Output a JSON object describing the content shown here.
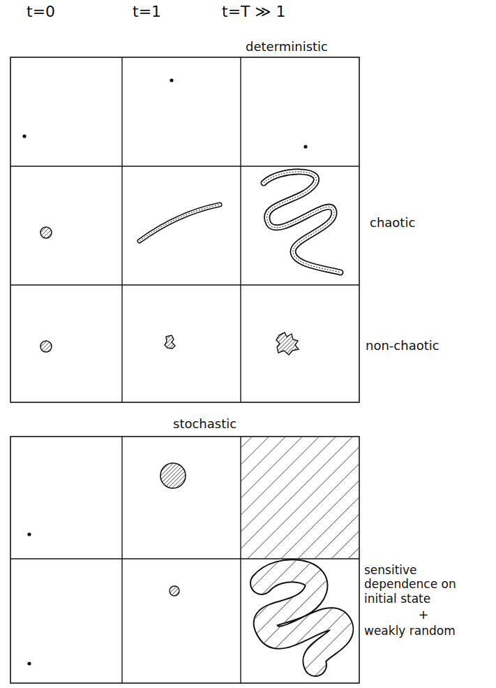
{
  "diagram": {
    "labels": [
      "t=0",
      "t=1",
      "t=T ≫ 1",
      "deterministic",
      "chaotic",
      "non-chaotic",
      "stochastic",
      "sensitive dependence on initial state",
      "+",
      "weakly random"
    ]
  }
}
